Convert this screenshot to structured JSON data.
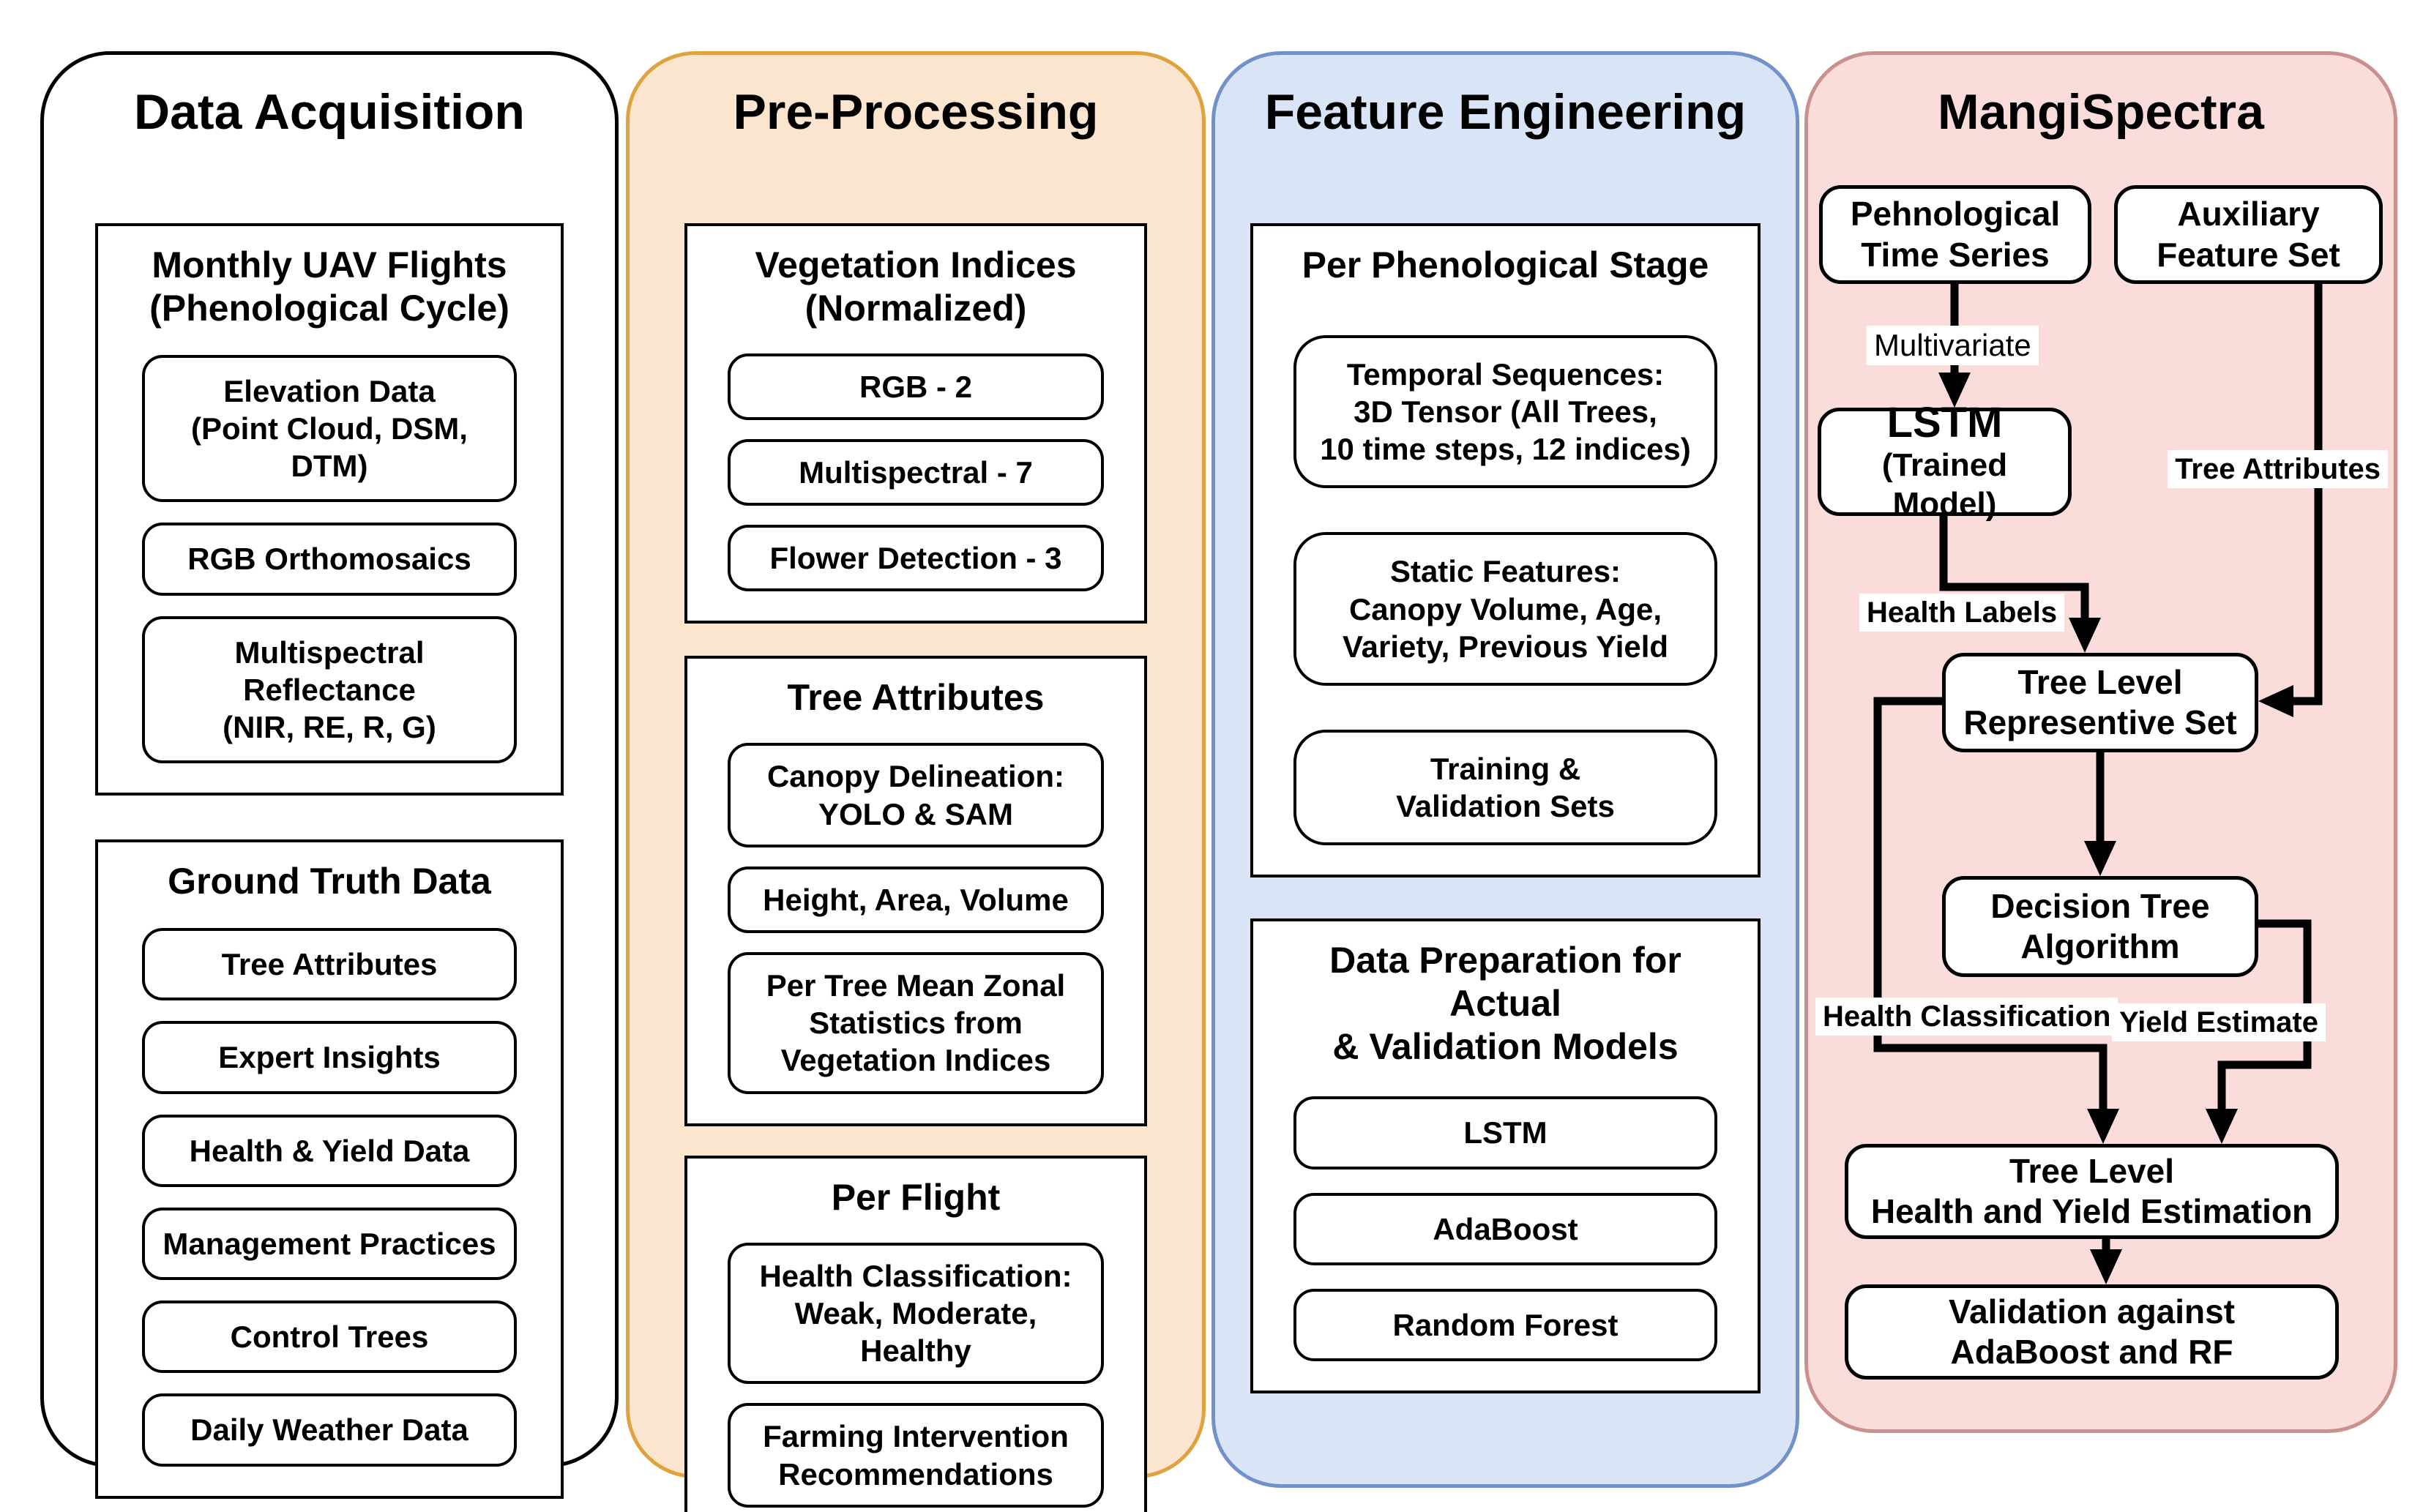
{
  "colors": {
    "preprocessing_fill": "#FCE5CE",
    "preprocessing_border": "#E0A23E",
    "feature_fill": "#D9E4F6",
    "feature_border": "#7191CB",
    "mangispectra_fill": "#FADCDB",
    "mangispectra_border": "#C9908E",
    "box_fill": "#FFFFFF",
    "line_color": "#000000"
  },
  "columns": [
    {
      "title": "Data Acquisition",
      "sections": [
        {
          "header": "Monthly UAV Flights\n(Phenological Cycle)",
          "boxes": [
            "Elevation Data\n(Point Cloud, DSM, DTM)",
            "RGB Orthomosaics",
            "Multispectral Reflectance\n(NIR, RE, R, G)"
          ]
        },
        {
          "header": "Ground Truth Data",
          "boxes": [
            "Tree Attributes",
            "Expert Insights",
            "Health & Yield Data",
            "Management Practices",
            "Control Trees",
            "Daily Weather Data"
          ]
        }
      ]
    },
    {
      "title": "Pre-Processing",
      "sections": [
        {
          "header": "Vegetation Indices\n(Normalized)",
          "boxes": [
            "RGB - 2",
            "Multispectral - 7",
            "Flower Detection - 3"
          ]
        },
        {
          "header": "Tree Attributes",
          "boxes": [
            "Canopy Delineation:\nYOLO & SAM",
            "Height, Area, Volume",
            "Per Tree Mean Zonal\nStatistics from\nVegetation Indices"
          ]
        },
        {
          "header": "Per Flight",
          "boxes": [
            "Health Classification:\nWeak, Moderate, Healthy",
            "Farming Intervention\nRecommendations"
          ]
        }
      ]
    },
    {
      "title": "Feature Engineering",
      "sections": [
        {
          "header": "Per Phenological Stage",
          "boxes": [
            "Temporal Sequences:\n3D Tensor (All Trees,\n10 time steps, 12 indices)",
            "Static Features:\nCanopy Volume, Age,\nVariety, Previous Yield",
            "Training &\nValidation Sets"
          ]
        },
        {
          "header": "Data Preparation for Actual\n& Validation Models",
          "boxes": [
            "LSTM",
            "AdaBoost",
            "Random Forest"
          ]
        }
      ]
    }
  ],
  "mangispectra": {
    "title": "MangiSpectra",
    "nodes": {
      "phenological": "Pehnological\nTime Series",
      "auxiliary": "Auxiliary\nFeature Set",
      "lstm": "LSTM",
      "lstm_sub": "(Trained Model)",
      "representative": "Tree Level\nRepresentive Set",
      "decision": "Decision Tree\nAlgorithm",
      "estimation": "Tree Level\nHealth and Yield Estimation",
      "validation": "Validation against\nAdaBoost and RF"
    },
    "edge_labels": {
      "multivariate": "Multivariate",
      "tree_attributes": "Tree Attributes",
      "health_labels": "Health Labels",
      "health_classification": "Health Classification",
      "yield_estimate": "Yield Estimate"
    }
  }
}
